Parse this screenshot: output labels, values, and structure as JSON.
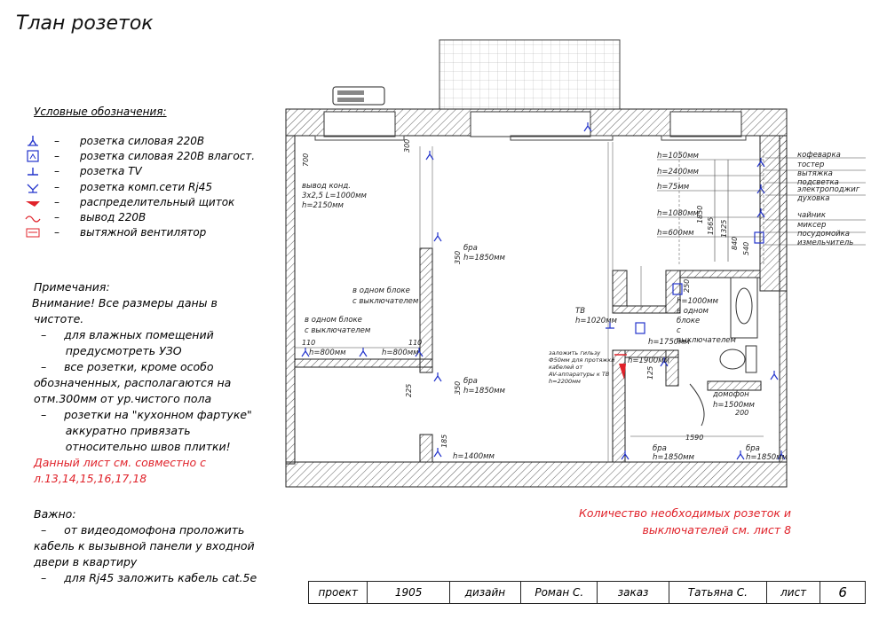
{
  "title": "Тлан розеток",
  "legend": {
    "title": "Условные обозначения:",
    "items": [
      {
        "icon": "power-socket-icon",
        "label": "розетка силовая 220В"
      },
      {
        "icon": "waterproof-socket-icon",
        "label": "розетка силовая 220В влагост."
      },
      {
        "icon": "tv-socket-icon",
        "label": "розетка TV"
      },
      {
        "icon": "rj45-socket-icon",
        "label": "розетка комп.сети Rj45"
      },
      {
        "icon": "distribution-panel-icon",
        "label": "распределительный щиток"
      },
      {
        "icon": "outlet-220-icon",
        "label": "вывод 220В"
      },
      {
        "icon": "exhaust-fan-icon",
        "label": "вытяжной вентилятор"
      }
    ]
  },
  "notes": {
    "heading": "Примечания:",
    "lines": [
      "Внимание! Все размеры даны в",
      "чистоте.",
      "  –     для влажных помещений",
      "         предусмотреть УЗО",
      "  –     все розетки, кроме особо",
      "обозначенных, располагаются на",
      "отм.300мм от ур.чистого пола",
      "  –     розетки на \"кухонном фартуке\"",
      "         аккуратно привязать",
      "         относительно швов плитки!"
    ],
    "red_lines": [
      "Данный лист см. совместно с",
      "л.13,14,15,16,17,18"
    ]
  },
  "important": {
    "heading": "Важно:",
    "lines": [
      "  –     от видеодомофона проложить",
      "кабель к вызывной панели у входной",
      "двери в квартиру",
      "  –     для Rj45 заложить кабель cat.5e"
    ]
  },
  "bottom_note": [
    "Количество необходимых розеток и",
    "выключателей см. лист 8"
  ],
  "plan": {
    "labels": {
      "vyvod": [
        "вывод конд.",
        "3x2,5  L=1000мм",
        "h=2150мм"
      ],
      "in_block1": [
        "в одном блоке",
        "с выключателем"
      ],
      "in_block2": [
        "в одном блоке",
        "с выключателем"
      ],
      "h800a": "h=800мм",
      "h800b": "h=800мм",
      "bra1": [
        "бра",
        "h=1850мм"
      ],
      "bra2": [
        "бра",
        "h=1850мм"
      ],
      "h1400": "h=1400мм",
      "tv": [
        "ТВ",
        "h=1020мм"
      ],
      "sleeve": [
        "заложить гильзу",
        "Ф50мм для протяжки",
        "кабелей от",
        "AV-аппаратуры к ТВ",
        "h=2200мм"
      ],
      "h1750": "h=1750мм",
      "h1900": "h=1900мм",
      "h1000": [
        "h=1000мм",
        "в одном",
        "блоке",
        "с",
        "выключателем"
      ],
      "domofon": [
        "домофон",
        "h=1500мм"
      ],
      "bra3": [
        "бра",
        "h=1850мм"
      ],
      "bra4": [
        "бра",
        "h=1850мм"
      ],
      "kitchen_h": [
        "h=1050мм",
        "h=2400мм",
        "h=75мм",
        "h=1080мм",
        "h=600мм"
      ],
      "kitchen_items": [
        "кофеварка",
        "тостер",
        "вытяжка",
        "подсветка",
        "электроподжиг",
        "духовка",
        "чайник",
        "миксер",
        "посудомойка",
        "измельчитель"
      ],
      "dims": {
        "d700": "700",
        "d300": "300",
        "d350a": "350",
        "d350b": "350",
        "d110a": "110",
        "d110b": "110",
        "d225": "225",
        "d185": "185",
        "d250": "250",
        "d125": "125",
        "d1590": "1590",
        "d200": "200",
        "d1850": "1850",
        "d1565": "1565",
        "d1325": "1325",
        "d840": "840",
        "d540": "540"
      }
    }
  },
  "stamp": {
    "project_label": "проект",
    "project_value": "1905",
    "design_label": "дизайн",
    "design_value": "Роман С.",
    "order_label": "заказ",
    "order_value": "Татьяна С.",
    "sheet_label": "лист",
    "sheet_value": "6"
  }
}
